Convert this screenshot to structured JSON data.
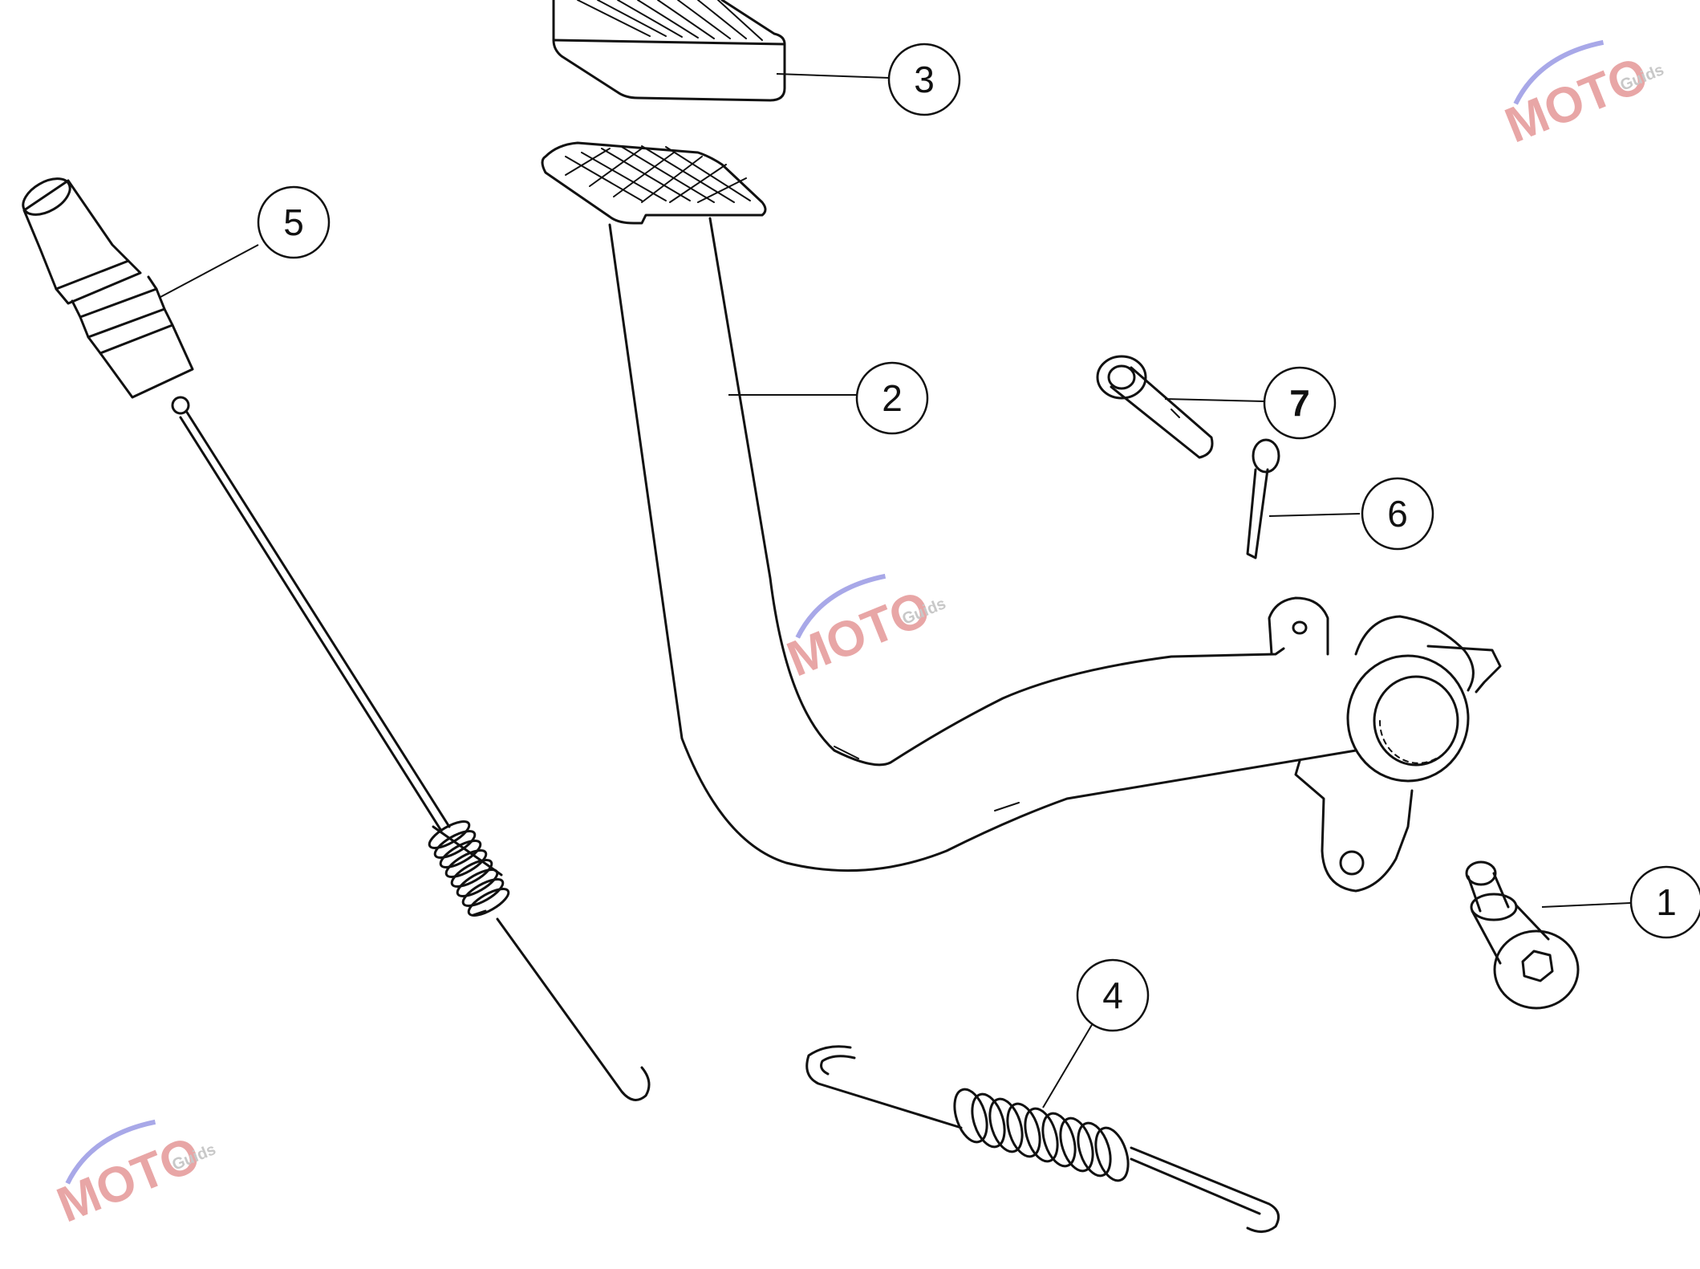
{
  "callouts": [
    {
      "label": "1"
    },
    {
      "label": "2"
    },
    {
      "label": "3"
    },
    {
      "label": "4"
    },
    {
      "label": "5"
    },
    {
      "label": "6"
    },
    {
      "label": "7"
    }
  ],
  "watermark": {
    "text": "MOTO",
    "subtext": "Guids"
  },
  "colors": {
    "line": "#111111",
    "watermark_red": "#e8a6a6",
    "watermark_blue": "#a8a8e8"
  }
}
